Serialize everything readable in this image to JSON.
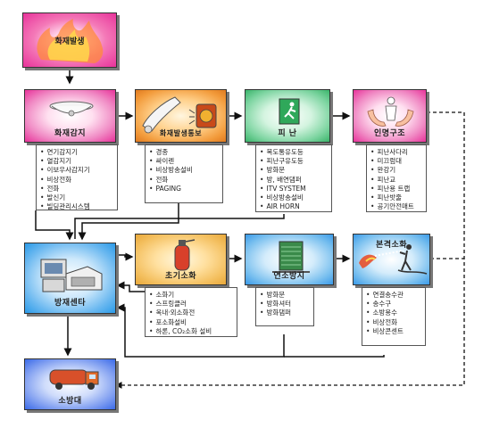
{
  "nodes": {
    "fire": {
      "label": "화재발생",
      "color": "#e8329a"
    },
    "detect": {
      "label": "화재감지",
      "color": "#e8329a"
    },
    "alarm": {
      "label": "화재발생통보",
      "color": "#e88a2a"
    },
    "evac": {
      "label": "피 난",
      "color": "#3ab46a"
    },
    "rescue": {
      "label": "인명구조",
      "color": "#e8329a"
    },
    "center": {
      "label": "방재센타",
      "color": "#2a9ae8"
    },
    "initial": {
      "label": "초기소화",
      "color": "#e8a83a"
    },
    "spread": {
      "label": "연소방지",
      "color": "#3a9ae8"
    },
    "full": {
      "label": "본격소화",
      "color": "#3a9ae8"
    },
    "firedept": {
      "label": "소방대",
      "color": "#3a6ae8"
    }
  },
  "lists": {
    "detect": [
      "연기감지기",
      "열감지기",
      "이보우사감지기",
      "비상전화",
      "전화",
      "발신기",
      "빌딩관리시스템"
    ],
    "alarm": [
      "경종",
      "싸이렌",
      "비상방송설비",
      "전화",
      "PAGING"
    ],
    "evac": [
      "복도통유도등",
      "피난구유도등",
      "방화문",
      "방, 배연댐퍼",
      "ITV SYSTEM",
      "비상방송설비",
      "AIR HORN"
    ],
    "rescue": [
      "피난사다리",
      "미끄럼대",
      "완강기",
      "피난교",
      "피난용 트랩",
      "피난밧줄",
      "공기안전매트"
    ],
    "initial": [
      "소화기",
      "스프링클러",
      "옥내·외소화전",
      "포소화설비",
      "하론, CO₂소화 설비"
    ],
    "spread": [
      "방화문",
      "방화셔터",
      "방화댐퍼"
    ],
    "full": [
      "연결송수관",
      "송수구",
      "소방용수",
      "비상전화",
      "비상콘센트"
    ]
  }
}
